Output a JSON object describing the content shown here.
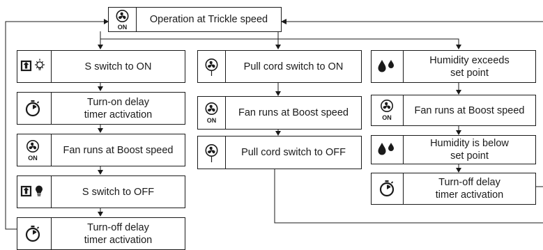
{
  "top": {
    "label": "Operation at Trickle speed",
    "icon": "fan-on-icon"
  },
  "column_left": [
    {
      "label": "S switch to ON",
      "icon": "switch-light-on-icon"
    },
    {
      "label": [
        "Turn-on delay",
        "timer activation"
      ],
      "icon": "timer-icon"
    },
    {
      "label": "Fan runs at Boost speed",
      "icon": "fan-on-icon"
    },
    {
      "label": "S switch to OFF",
      "icon": "switch-bulb-icon"
    },
    {
      "label": [
        "Turn-off delay",
        "timer activation"
      ],
      "icon": "timer-icon"
    }
  ],
  "column_middle": [
    {
      "label": "Pull cord switch to ON",
      "icon": "fan-pullcord-icon"
    },
    {
      "label": "Fan runs at Boost speed",
      "icon": "fan-on-icon"
    },
    {
      "label": "Pull cord switch to OFF",
      "icon": "fan-pullcord-icon"
    }
  ],
  "column_right": [
    {
      "label": [
        "Humidity exceeds",
        "set point"
      ],
      "icon": "humidity-drops-icon"
    },
    {
      "label": "Fan runs at Boost speed",
      "icon": "fan-on-icon"
    },
    {
      "label": [
        "Humidity is below",
        "set point"
      ],
      "icon": "humidity-drops-icon"
    },
    {
      "label": [
        "Turn-off delay",
        "timer activation"
      ],
      "icon": "timer-icon"
    }
  ],
  "icon_text": {
    "on": "ON"
  },
  "line_color": "#1a1a1a"
}
